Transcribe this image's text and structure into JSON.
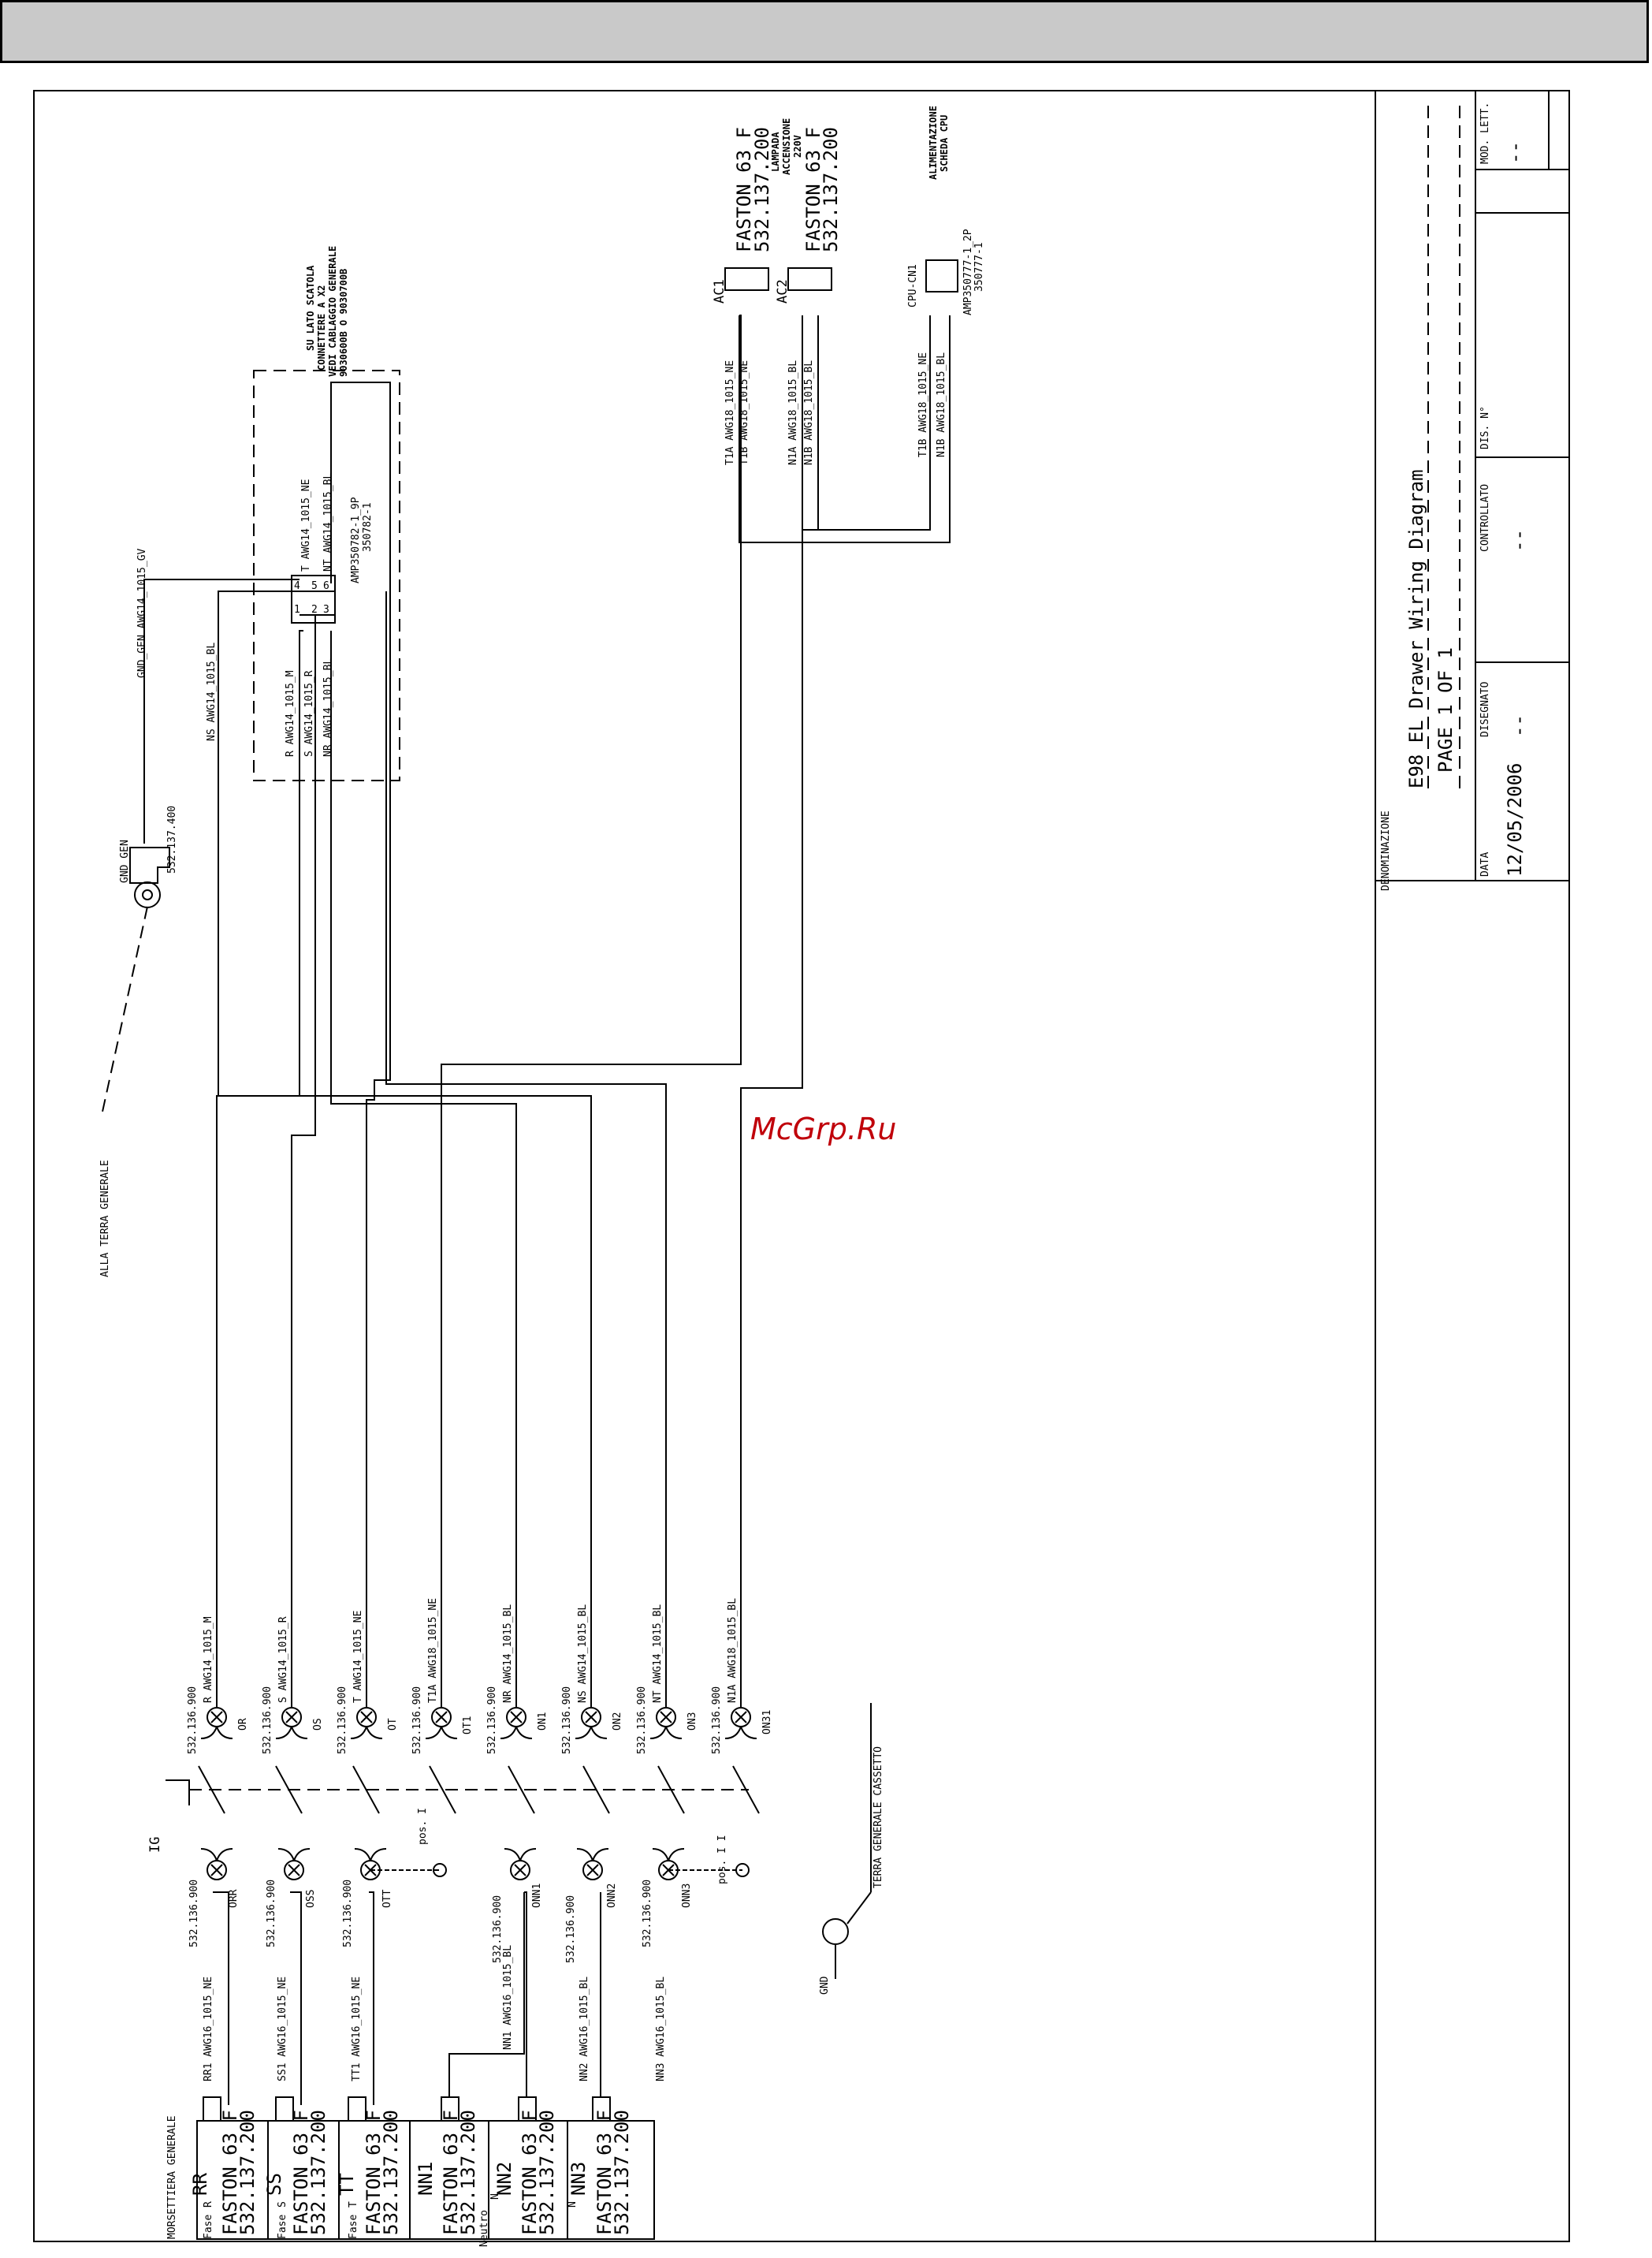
{
  "watermark": "McGrp.Ru",
  "title_block": {
    "denominazione_label": "DENOMINAZIONE",
    "title": "E98 EL Drawer Wiring Diagram",
    "page": "PAGE 1 OF 1",
    "data_label": "DATA",
    "date": "12/05/2006",
    "disegnato_label": "DISEGNATO",
    "disegnato_value": "--",
    "controllato_label": "CONTROLLATO",
    "controllato_value": "--",
    "dis_n_label": "DIS. N°",
    "mod_lett_label": "MOD. LETT.",
    "mod_lett_value": "--"
  },
  "terminal_block": {
    "label": "MORSETTIERA GENERALE",
    "rows": [
      {
        "side": "Fase",
        "phase": "R",
        "conn": "RR",
        "part": "FASTON 63 F",
        "code": "532.137.200"
      },
      {
        "side": "Fase",
        "phase": "S",
        "conn": "SS",
        "part": "FASTON 63 F",
        "code": "532.137.200"
      },
      {
        "side": "Fase",
        "phase": "T",
        "conn": "TT",
        "part": "FASTON 63 F",
        "code": "532.137.200"
      },
      {
        "side": "Neutro",
        "phase": "N",
        "conn": "NN1",
        "part": "FASTON 63 F",
        "code": "532.137.200"
      },
      {
        "side": "",
        "phase": "N",
        "conn": "NN2",
        "part": "FASTON 63 F",
        "code": "532.137.200"
      },
      {
        "side": "",
        "phase": "",
        "conn": "NN3",
        "part": "FASTON 63 F",
        "code": "532.137.200"
      }
    ]
  },
  "lower_wires": [
    "RR1 AWG16_1015_NE",
    "SS1 AWG16_1015_NE",
    "TT1 AWG16_1015_NE",
    "NN1 AWG16_1015_BL",
    "NN2 AWG16_1015_BL",
    "NN3 AWG16_1015_BL"
  ],
  "lower_connectors": [
    {
      "code": "532.136.900",
      "name": "ORR"
    },
    {
      "code": "532.136.900",
      "name": "OSS"
    },
    {
      "code": "532.136.900",
      "name": "OTT"
    },
    {
      "code": "532.136.900",
      "name": "ONN1"
    },
    {
      "code": "532.136.900",
      "name": "ONN2"
    },
    {
      "code": "532.136.900",
      "name": "ONN3"
    }
  ],
  "upper_connectors": [
    {
      "code": "532.136.900",
      "name": "OR",
      "wire": "R AWG14_1015_M"
    },
    {
      "code": "532.136.900",
      "name": "OS",
      "wire": "S AWG14_1015_R"
    },
    {
      "code": "532.136.900",
      "name": "OT",
      "wire": "T AWG14_1015_NE"
    },
    {
      "code": "532.136.900",
      "name": "OT1",
      "wire": "T1A AWG18_1015_NE"
    },
    {
      "code": "532.136.900",
      "name": "ON1",
      "wire": "NR AWG14_1015_BL"
    },
    {
      "code": "532.136.900",
      "name": "ON2",
      "wire": "NS AWG14_1015_BL"
    },
    {
      "code": "532.136.900",
      "name": "ON3",
      "wire": "NT AWG14_1015_BL"
    },
    {
      "code": "532.136.900",
      "name": "ON31",
      "wire": "N1A AWG18_1015_BL"
    }
  ],
  "switch": {
    "label": "IG",
    "pos1a": "pos. I",
    "pos1b": "pos. I I"
  },
  "ground": {
    "gnd": "GND",
    "terra_cassetto": "TERRA GENERALE CASSETTO",
    "alla_terra": "ALLA TERRA GENERALE",
    "gnd_gen": "GND_GEN",
    "gnd_gen_code": "532.137.400",
    "gnd_wire": "GND_GEN AWG14_1015_GV"
  },
  "connector_x2": {
    "note_l1": "SU LATO SCATOLA",
    "note_l2": "CONNETTERE A X2",
    "note_l3": "VEDI CABLAGGIO GENERALE",
    "note_l4": "9030600B O 9030700B",
    "part": "AMP350782-1_9P",
    "part2": "350782-1",
    "wires_right": [
      "T AWG14_1015_NE",
      "NT AWG14_1015_BL"
    ],
    "wires_left": [
      "R AWG14_1015_M",
      "S AWG14_1015_R",
      "NR AWG14_1015_BL"
    ],
    "ns_wire": "NS AWG14_1015_BL",
    "pins": [
      "4",
      "5",
      "6",
      "1",
      "2",
      "3"
    ]
  },
  "lamp": {
    "title_l1": "LAMPADA",
    "title_l2": "ACCENSIONE",
    "title_l3": "220V",
    "ac1": "AC1",
    "ac2": "AC2",
    "part": "FASTON 63 F",
    "code": "532.137.200",
    "wires": [
      "T1A AWG18_1015_NE",
      "T1B AWG18_1015_NE",
      "N1A AWG18_1015_BL",
      "N1B AWG18_1015_BL"
    ]
  },
  "cpu": {
    "title_l1": "ALIMENTAZIONE",
    "title_l2": "SCHEDA CPU",
    "label": "CPU-CN1",
    "part": "AMP350777-1_2P",
    "part2": "350777-1",
    "wires": [
      "T1B AWG18_1015_NE",
      "N1B AWG18_1015_BL"
    ]
  }
}
